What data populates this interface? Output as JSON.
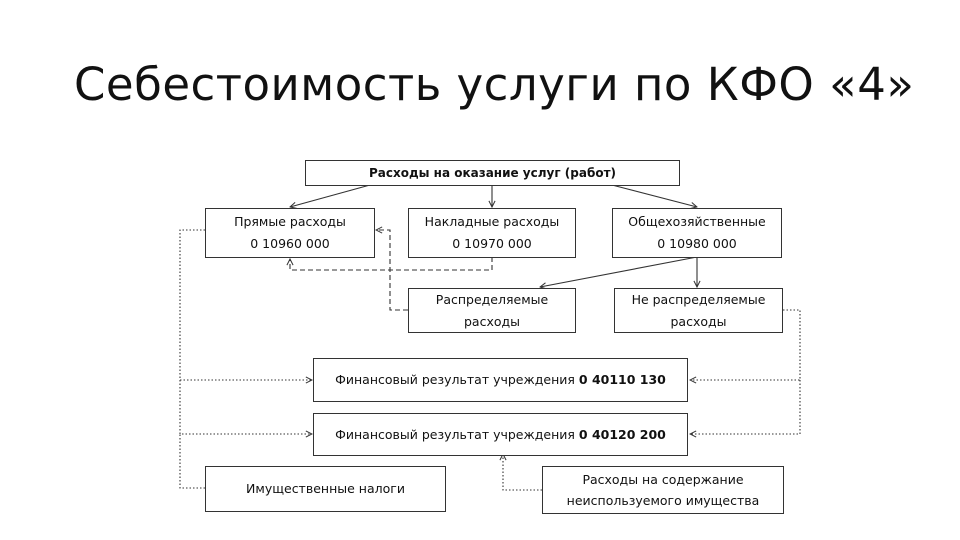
{
  "title": "Себестоимость услуги по КФО «4»",
  "diagram": {
    "top": "Расходы на оказание услуг (работ)",
    "direct": {
      "line1": "Прямые расходы",
      "line2": "0 10960 000"
    },
    "overhead": {
      "line1": "Накладные расходы",
      "line2": "0 10970 000"
    },
    "general": {
      "line1": "Общехозяйственные",
      "line2": "0 10980 000"
    },
    "distributed": {
      "line1": "Распределяемые",
      "line2": "расходы"
    },
    "not_distributed": {
      "line1": "Не распределяемые",
      "line2": "расходы"
    },
    "fin_result_1": {
      "text": "Финансовый результат учреждения ",
      "code": "0 40110 130"
    },
    "fin_result_2": {
      "text": "Финансовый результат учреждения ",
      "code": "0 40120 200"
    },
    "property_tax": "Имущественные налоги",
    "unused_property": {
      "line1": "Расходы на содержание",
      "line2": "неиспользуемого имущества"
    }
  }
}
